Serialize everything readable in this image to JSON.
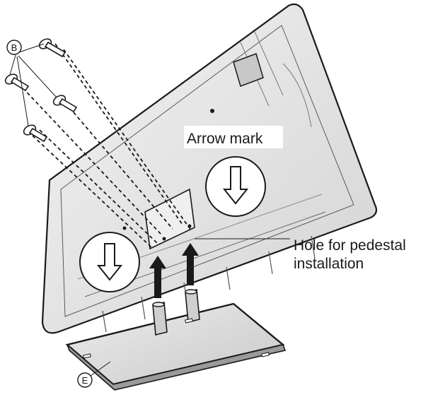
{
  "callouts": {
    "screw_marker": "B",
    "stand_marker": "E"
  },
  "labels": {
    "arrow_mark": "Arrow mark",
    "hole_line1": "Hole for pedestal",
    "hole_line2": "installation"
  },
  "colors": {
    "ink": "#1a1a1a",
    "panel_shade": "#e6e6e6",
    "panel_dark": "#bdbdbd",
    "stand_fill": "#dedede",
    "background": "#ffffff"
  }
}
